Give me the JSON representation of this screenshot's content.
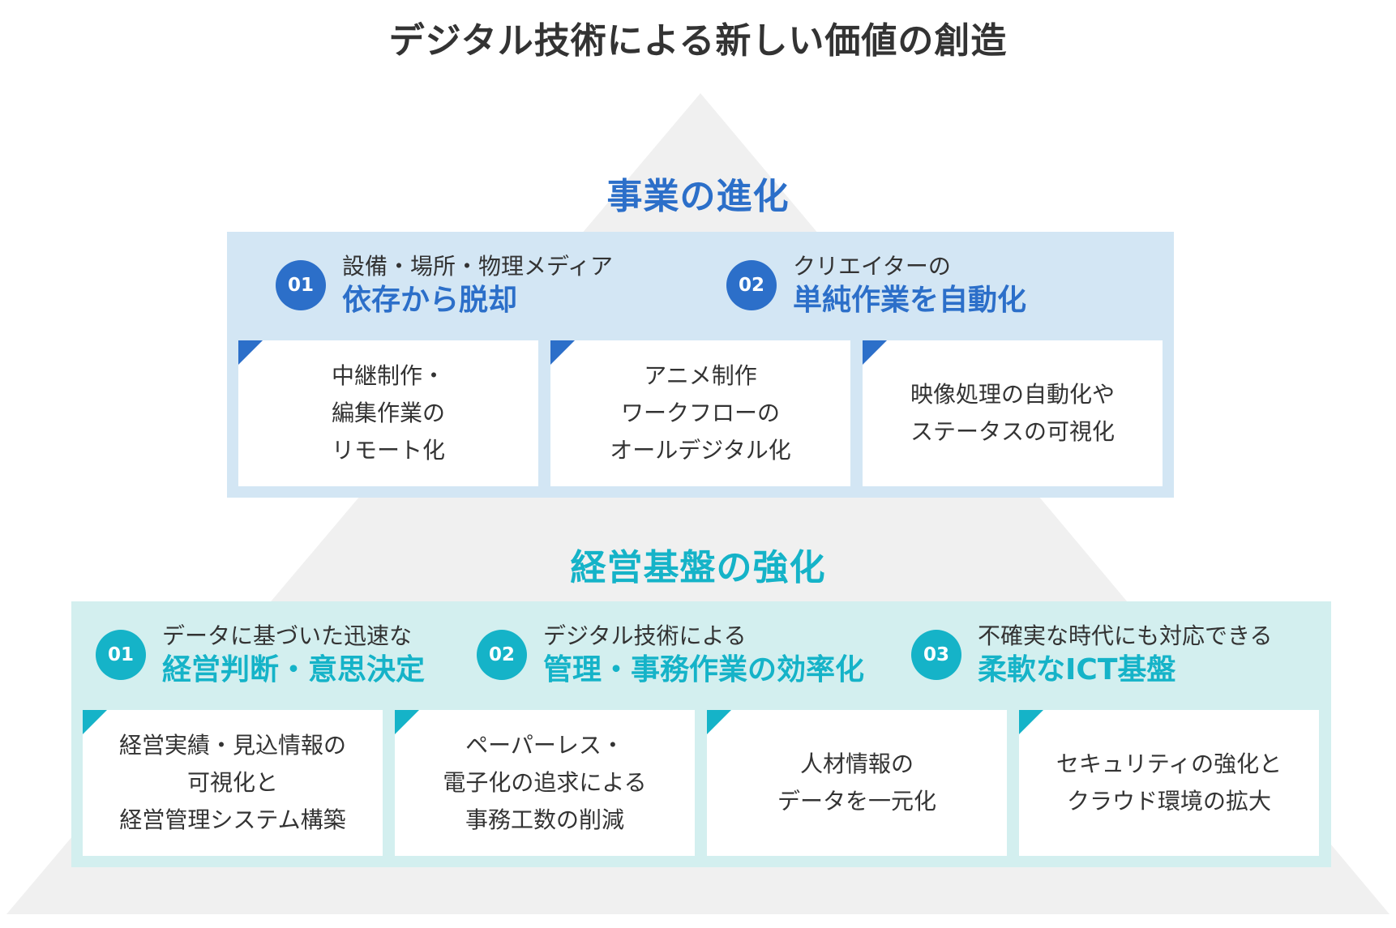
{
  "title": "デジタル技術による新しい価値の創造",
  "colors": {
    "pyramid": "#f0f0f0",
    "upper_accent": "#2c6fc9",
    "upper_panel": "#d3e6f4",
    "lower_accent": "#15b3c8",
    "lower_panel": "#d3efef",
    "text": "#333333"
  },
  "sections": [
    {
      "title": "事業の進化",
      "points": [
        {
          "number": "01",
          "line1": "設備・場所・物理メディア",
          "line2": "依存から脱却"
        },
        {
          "number": "02",
          "line1": "クリエイターの",
          "line2": "単純作業を自動化"
        }
      ],
      "cards": [
        {
          "lines": [
            "中継制作・",
            "編集作業の",
            "リモート化"
          ]
        },
        {
          "lines": [
            "アニメ制作",
            "ワークフローの",
            "オールデジタル化"
          ]
        },
        {
          "lines": [
            "映像処理の自動化や",
            "ステータスの可視化"
          ]
        }
      ]
    },
    {
      "title": "経営基盤の強化",
      "points": [
        {
          "number": "01",
          "line1": "データに基づいた迅速な",
          "line2": "経営判断・意思決定"
        },
        {
          "number": "02",
          "line1": "デジタル技術による",
          "line2": "管理・事務作業の効率化"
        },
        {
          "number": "03",
          "line1": "不確実な時代にも対応できる",
          "line2": "柔軟なICT基盤"
        }
      ],
      "cards": [
        {
          "lines": [
            "経営実績・見込情報の",
            "可視化と",
            "経営管理システム構築"
          ]
        },
        {
          "lines": [
            "ペーパーレス・",
            "電子化の追求による",
            "事務工数の削減"
          ]
        },
        {
          "lines": [
            "人材情報の",
            "データを一元化"
          ]
        },
        {
          "lines": [
            "セキュリティの強化と",
            "クラウド環境の拡大"
          ]
        }
      ]
    }
  ]
}
